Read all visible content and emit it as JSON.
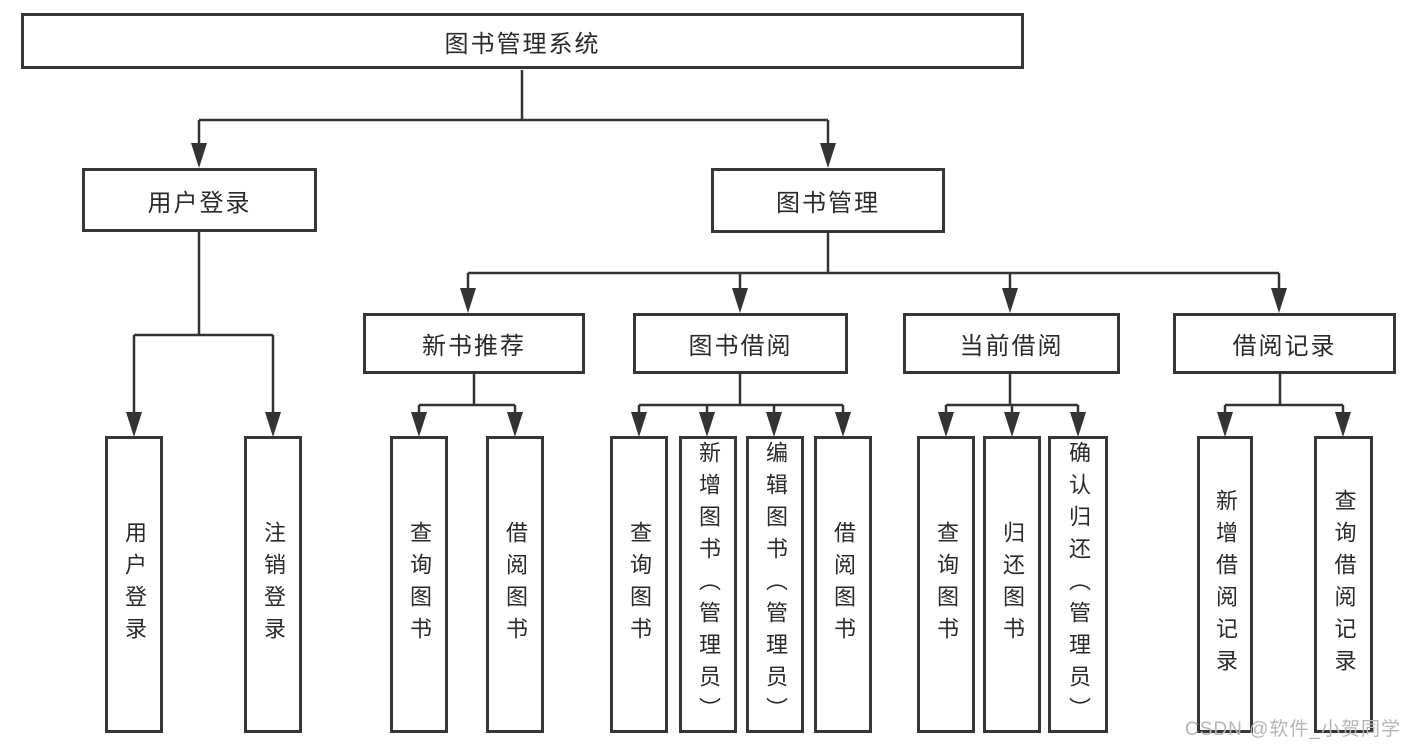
{
  "tree": {
    "root": {
      "label": "图书管理系统",
      "children": [
        {
          "label": "用户登录",
          "children": [
            {
              "label": "用户登录"
            },
            {
              "label": "注销登录"
            }
          ]
        },
        {
          "label": "图书管理",
          "children": [
            {
              "label": "新书推荐",
              "children": [
                {
                  "label": "查询图书"
                },
                {
                  "label": "借阅图书"
                }
              ]
            },
            {
              "label": "图书借阅",
              "children": [
                {
                  "label": "查询图书"
                },
                {
                  "label": "新增图书（管理员）"
                },
                {
                  "label": "编辑图书（管理员）"
                },
                {
                  "label": "借阅图书"
                }
              ]
            },
            {
              "label": "当前借阅",
              "children": [
                {
                  "label": "查询图书"
                },
                {
                  "label": "归还图书"
                },
                {
                  "label": "确认归还（管理员）"
                }
              ]
            },
            {
              "label": "借阅记录",
              "children": [
                {
                  "label": "新增借阅记录"
                },
                {
                  "label": "查询借阅记录"
                }
              ]
            }
          ]
        }
      ]
    }
  },
  "watermark": {
    "text": "CSDN @软件_小贺同学"
  },
  "colors": {
    "line": "#333333",
    "box_border": "#363636",
    "text": "#2a2a2a",
    "watermark": "#b5b5b5",
    "background": "#ffffff"
  }
}
